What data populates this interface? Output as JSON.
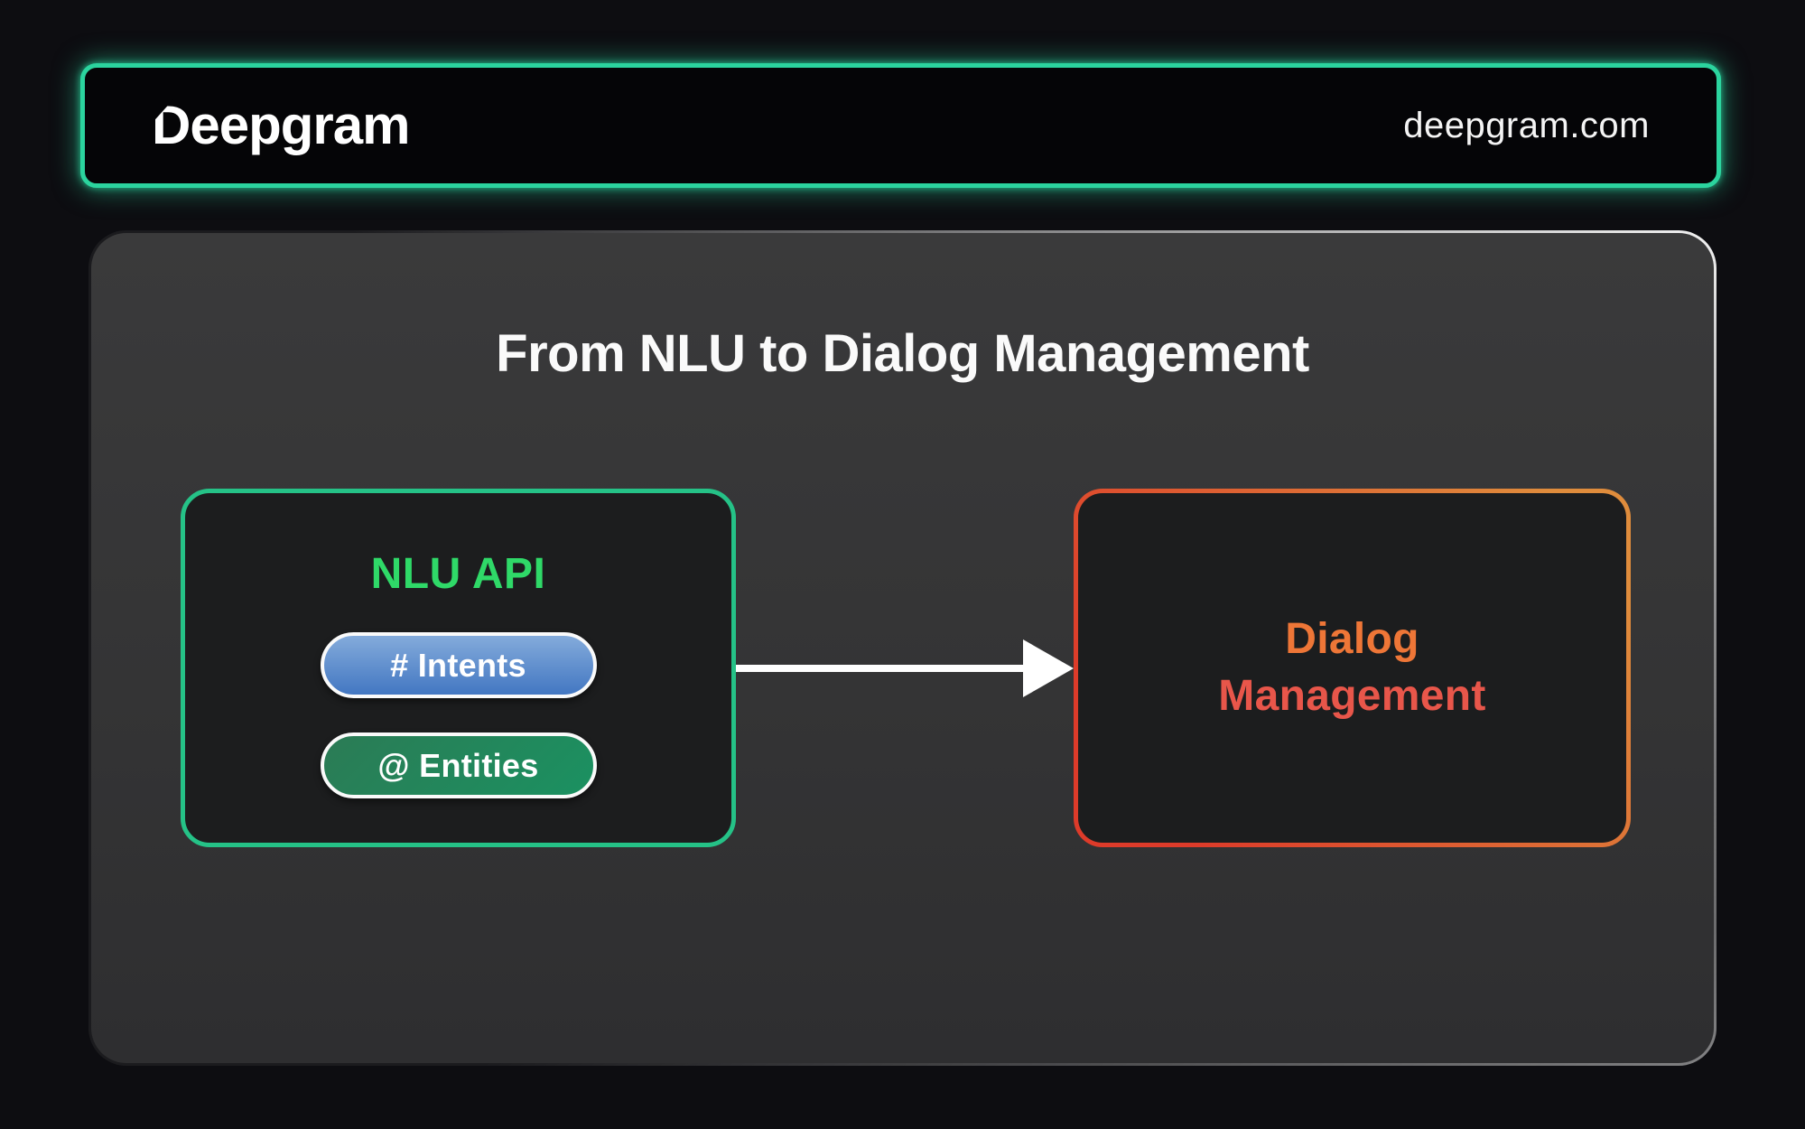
{
  "header": {
    "logo_text": "Deepgram",
    "site_url": "deepgram.com"
  },
  "slide": {
    "title": "From NLU to Dialog Management",
    "nlu_box": {
      "heading": "NLU API",
      "intents_label": "# Intents",
      "entities_label": "@ Entities"
    },
    "arrow": "right-arrow",
    "dialog_box": {
      "line1": "Dialog",
      "line2": "Management"
    }
  },
  "colors": {
    "header_border_green": "#2bd49e",
    "nlu_border_green": "#25c287",
    "nlu_heading_green": "#2fd968",
    "intents_blue_top": "#84abdb",
    "intents_blue_bottom": "#4377c2",
    "entities_green_top": "#2b7b55",
    "entities_green_bottom": "#1b9161",
    "dialog_border_red": "#dd3b2a",
    "dialog_border_orange": "#df8c3c",
    "dialog_text_orange": "#ee7637",
    "dialog_text_red": "#e8564a",
    "arrow_white": "#ffffff"
  }
}
